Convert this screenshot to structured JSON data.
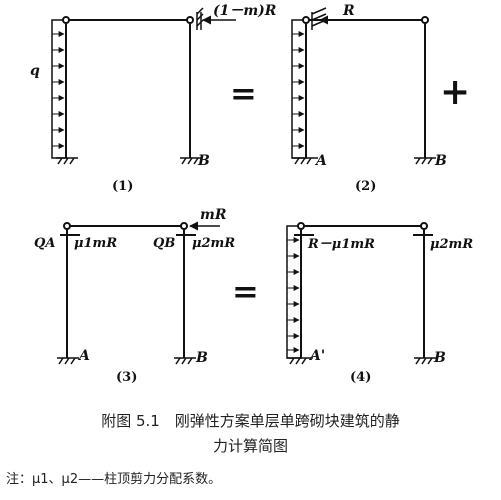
{
  "panels": [
    {
      "id": "1",
      "number": "(1)",
      "label_q": "q",
      "label_support": "B",
      "force": "(1－m)R"
    },
    {
      "id": "2",
      "number": "(2)",
      "force": "R",
      "label_left_support": "A",
      "label_right_support": "B"
    },
    {
      "id": "3",
      "number": "(3)",
      "top_force": "mR",
      "left_shear": "QA",
      "left_reaction": "μ1mR",
      "right_shear": "QB",
      "right_reaction": "μ2mR",
      "label_left_support": "A",
      "label_right_support": "B"
    },
    {
      "id": "4",
      "number": "(4)",
      "left_reaction": "R－μ1mR",
      "right_reaction": "μ2mR",
      "label_left_support": "A'",
      "label_right_support": "B"
    }
  ],
  "operators": {
    "equals_top": "=",
    "plus": "+",
    "equals_bottom": "="
  },
  "caption": {
    "line1": "附图 5.1　刚弹性方案单层单跨砌块建筑的静",
    "line2": "力计算简图"
  },
  "note": "注：μ1、μ2——柱顶剪力分配系数。"
}
